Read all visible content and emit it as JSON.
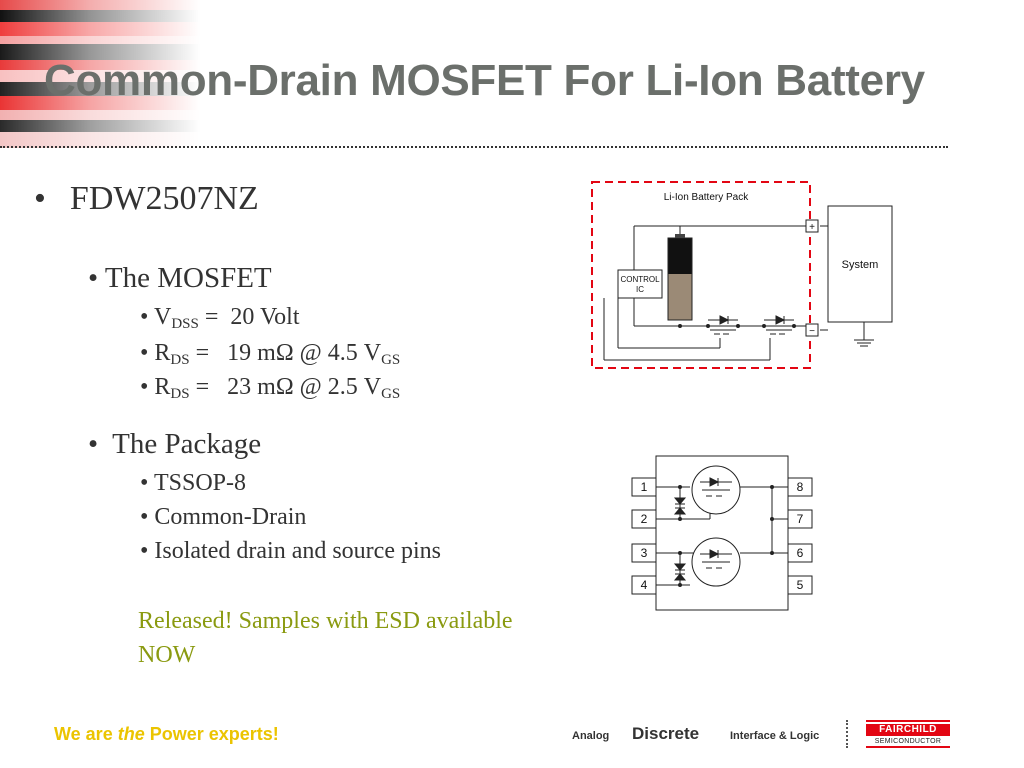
{
  "slide": {
    "title": "Common-Drain MOSFET For Li-Ion Battery",
    "bullets": {
      "part_number": "FDW2507NZ",
      "mosfet": {
        "heading": "The MOSFET",
        "vdss": {
          "symbol": "V",
          "sub": "DSS",
          "text": " =  20 Volt"
        },
        "rds1": {
          "symbol": "R",
          "sub": "DS",
          "text": " =   19 mΩ @ 4.5 V",
          "tail_sub": "GS"
        },
        "rds2": {
          "symbol": "R",
          "sub": "DS",
          "text": " =   23 mΩ @ 2.5 V",
          "tail_sub": "GS"
        }
      },
      "package": {
        "heading": "The Package",
        "items": [
          "TSSOP-8",
          "Common-Drain",
          "Isolated drain and source pins"
        ]
      }
    },
    "announcement": "Released! Samples with ESD available NOW"
  },
  "schematic": {
    "pack_label": "Li-Ion Battery Pack",
    "control_ic_line1": "CONTROL",
    "control_ic_line2": "IC",
    "system_label": "System",
    "plus": "+",
    "minus": "−"
  },
  "pinout": {
    "left_pins": [
      "1",
      "2",
      "3",
      "4"
    ],
    "right_pins": [
      "8",
      "7",
      "6",
      "5"
    ]
  },
  "footer": {
    "tagline_pre": "We are ",
    "tagline_em": "the",
    "tagline_post": " Power experts!",
    "nav_analog": "Analog",
    "nav_discrete": "Discrete",
    "nav_interface": "Interface & Logic",
    "logo_name": "FAIRCHILD",
    "logo_sub": "SEMICONDUCTOR"
  },
  "colors": {
    "title": "#6b6f6b",
    "tagline": "#ebc400",
    "announcement": "#8a9a10",
    "brand_red": "#e30613",
    "pack_border": "#e30613"
  }
}
